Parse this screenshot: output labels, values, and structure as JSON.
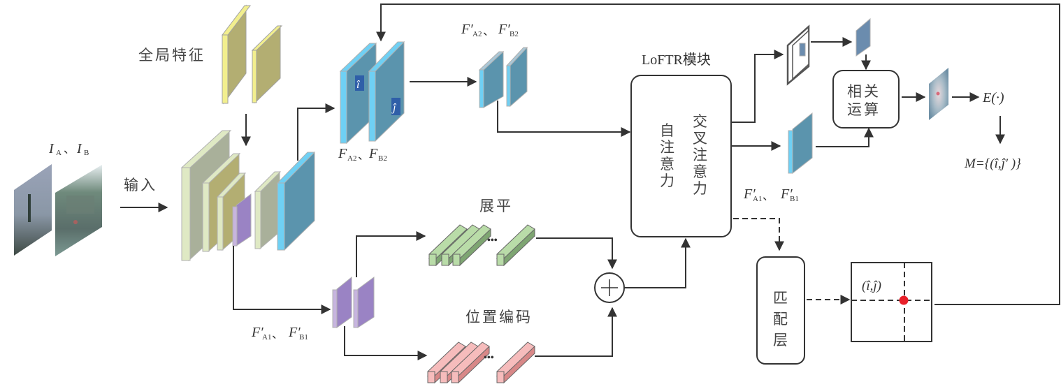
{
  "labels": {
    "global_feature": "全局特征",
    "input_images": "I",
    "input_images_sub_a": "A",
    "input_sep": "、",
    "input_images_sub_b": "B",
    "input_label": "输入",
    "fa2_fb2": "F",
    "fa2_sub": "A2",
    "fb2_sub": "B2",
    "fa2p_fb2p": "F′",
    "fa1p_fb1p_left": "F′",
    "fa1_sub": "A1",
    "fb1_sub": "B1",
    "fa1p_fb1p_right": "F′",
    "flatten": "展平",
    "position_encoding": "位置编码",
    "loftr_module": "LoFTR模块",
    "self_attention": "自注意力",
    "cross_attention": "交叉注意力",
    "correlation_line1": "相关",
    "correlation_line2": "运算",
    "expectation": "E(·)",
    "match_set": "M={(î,ĵ′ )}",
    "matching_layer": "匹配层",
    "coord_label": "(î,ĵ)",
    "hat_i": "î",
    "hat_j": "ĵ",
    "plus": "+",
    "ellipsis": "•••",
    "prime": "′"
  },
  "colors": {
    "backbone_light": "#dfe9c4",
    "backbone_side": "#a9b09a",
    "yellow_face": "#b3ae72",
    "yellow_edge": "#f2ef8e",
    "purple": "#9a83c4",
    "purple_edge": "#c7b5df",
    "blue_face": "#5b94ad",
    "blue_edge": "#6fd0f4",
    "green_face": "#7ea572",
    "green_edge": "#b9dca8",
    "pink_face": "#d88888",
    "pink_edge": "#f6bcbc",
    "match_dot": "#e8202a",
    "line": "#333333"
  }
}
